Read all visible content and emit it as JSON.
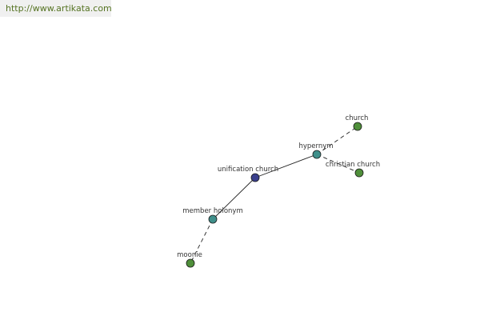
{
  "header": {
    "url": "http://www.artikata.com"
  },
  "colors": {
    "root_node": "#3a3f8c",
    "relation_node": "#3f8f8a",
    "word_node": "#4f8f3a",
    "edge": "#222222",
    "url_text": "#557322"
  },
  "graph": {
    "nodes": [
      {
        "id": "unification-church",
        "label": "unification church",
        "kind": "root"
      },
      {
        "id": "hypernym",
        "label": "hypernym",
        "kind": "relation"
      },
      {
        "id": "member-holonym",
        "label": "member holonym",
        "kind": "relation"
      },
      {
        "id": "church",
        "label": "church",
        "kind": "word"
      },
      {
        "id": "christian-church",
        "label": "christian church",
        "kind": "word"
      },
      {
        "id": "moonie",
        "label": "moonie",
        "kind": "word"
      }
    ],
    "edges": [
      {
        "from": "unification-church",
        "to": "hypernym",
        "style": "solid"
      },
      {
        "from": "unification-church",
        "to": "member-holonym",
        "style": "solid"
      },
      {
        "from": "hypernym",
        "to": "church",
        "style": "dashed"
      },
      {
        "from": "hypernym",
        "to": "christian-church",
        "style": "dashed"
      },
      {
        "from": "member-holonym",
        "to": "moonie",
        "style": "dashed"
      }
    ]
  }
}
